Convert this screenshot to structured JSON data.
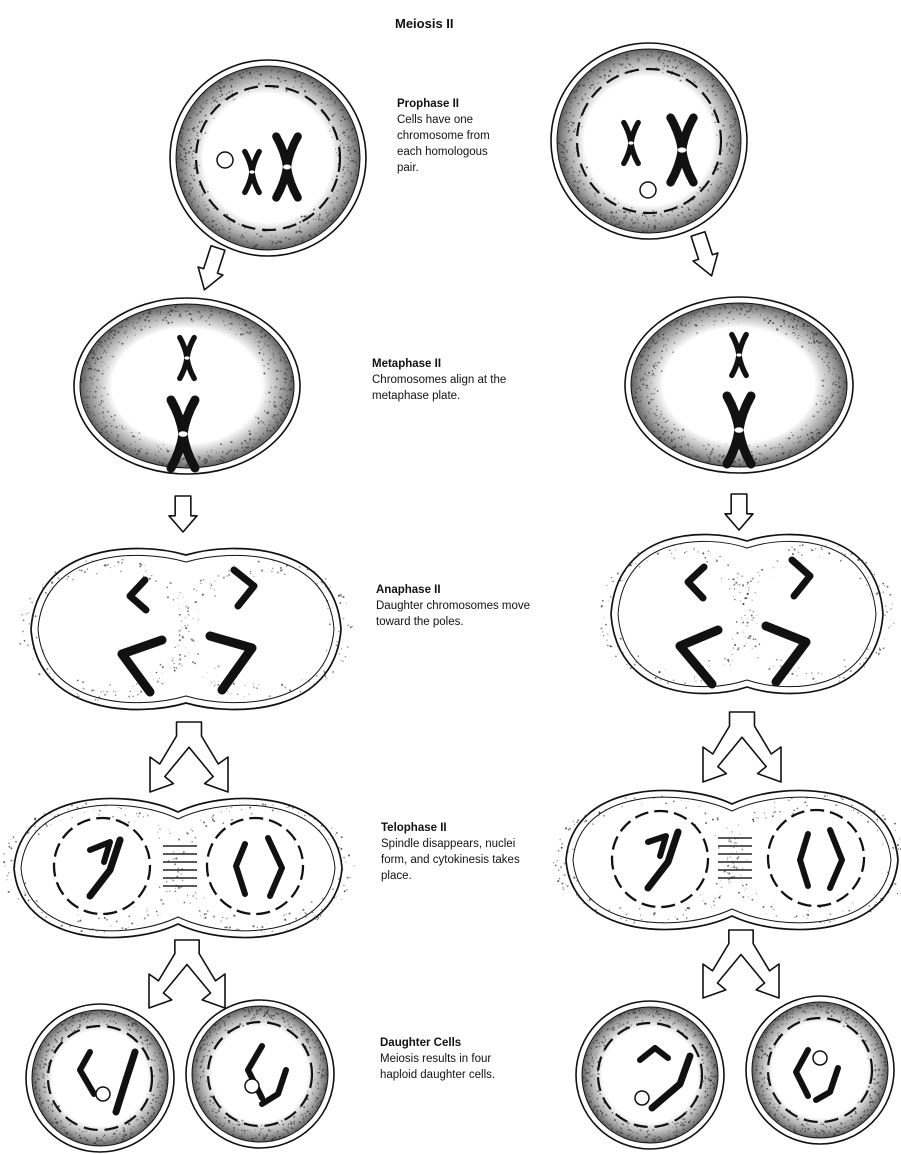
{
  "title": "Meiosis II",
  "stages": [
    {
      "id": "prophase",
      "heading": "Prophase II",
      "description": "Cells have one chromosome from each homologous pair."
    },
    {
      "id": "metaphase",
      "heading": "Metaphase II",
      "description": "Chromosomes align at the metaphase plate."
    },
    {
      "id": "anaphase",
      "heading": "Anaphase II",
      "description": "Daughter chromosomes move toward the poles."
    },
    {
      "id": "telophase",
      "heading": "Telophase II",
      "description": "Spindle disappears, nuclei form, and cytokinesis takes place."
    },
    {
      "id": "daughter",
      "heading": "Daughter Cells",
      "description": "Meiosis results in four haploid daughter cells."
    }
  ],
  "colors": {
    "ink": "#111111",
    "stipple": "#555555",
    "background": "#ffffff"
  }
}
